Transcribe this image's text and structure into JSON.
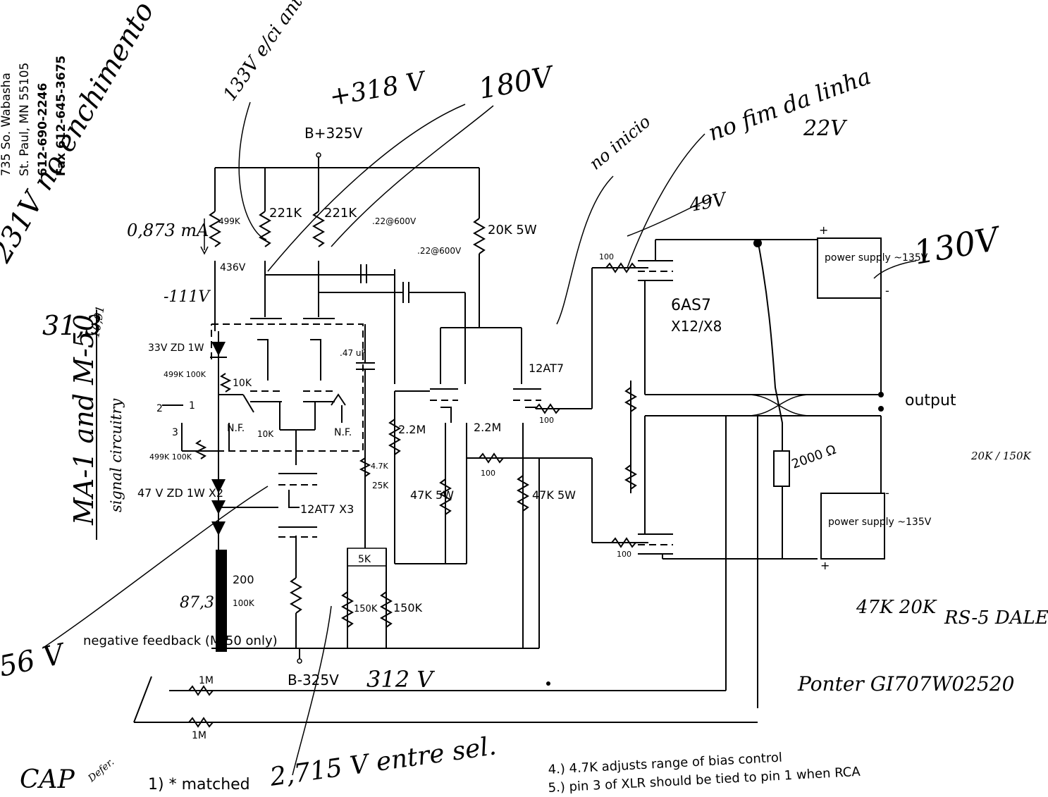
{
  "address": {
    "line1": "735 So. Wabasha",
    "line2": "St. Paul, MN 55105",
    "phone": "612-690-2246",
    "fax": "Fax 612-645-3675"
  },
  "title": {
    "main": "MA-1 and M-50",
    "sub": "signal circuitry"
  },
  "supply_labels": {
    "b_plus": "B+325V",
    "b_minus": "B-325V"
  },
  "component_labels": {
    "r499k_top": "499K",
    "r221k_a": "221K",
    "r221k_b": "221K",
    "r20k_5w": "20K 5W",
    "cap_22_a": ".22@600V",
    "cap_22_b": ".22@600V",
    "v436": "436V",
    "zener_33": "33V ZD 1W",
    "r499k_100k": "499K 100K",
    "r10k_a": "10K",
    "r10k_b": "10K",
    "nf_a": "N.F.",
    "nf_b": "N.F.",
    "sw2": "2",
    "sw1": "1",
    "sw3": "3",
    "r499k_100k_b": "499K 100K",
    "cap_47": ".47 uF",
    "r2_2m_a": "2.2M",
    "r2_2m_b": "2.2M",
    "r4_7k": "4.7K",
    "r25k": "25K",
    "r5k": "5K",
    "r47k_5w_a": "47K 5W",
    "r47k_5w_b": "47K 5W",
    "r150k_a": "150K",
    "r150k_b": "150K",
    "tube_12at7_a": "12AT7 X3",
    "tube_12at7_b": "12AT7",
    "zener_47": "47 V ZD 1W X2",
    "r100_a": "100",
    "r100_b": "100",
    "r100_c": "100",
    "r100_d": "100",
    "r1m_a": "1M",
    "r1m_b": "1M",
    "neg_fb": "negative feedback (M-50 only)",
    "tube_6as7": "6AS7",
    "tube_6as7_qty": "X12/X8",
    "ps_top": "power supply ~135V",
    "ps_bottom": "power supply ~135V",
    "plus_top": "+",
    "minus_top": "-",
    "minus_bottom": "-",
    "plus_bottom": "+",
    "output": "output",
    "r2000": "2000 Ω",
    "r200": "200",
    "r100k": "100K"
  },
  "handwritten": {
    "v231": "231V no enchimento",
    "v133": "133V e/ci ant",
    "v318": "+318 V",
    "v180": "180V",
    "ma": "0,873 mA",
    "v111": "-111V",
    "v31": "31,3",
    "v10": "10,91",
    "v130": "130V",
    "v49": "49V",
    "no_inicio": "no inicio",
    "fim_linha": "no fim da linha",
    "v22": "22V",
    "v87": "87,3",
    "v56": "56 V",
    "v312": "312 V",
    "v2715": "2,715 V entre sel.",
    "note_20k_150k": "20K / 150K",
    "note_47k_20k": "47K 20K",
    "rs5": "RS-5 DALE",
    "part": "Ponter GI707W02520",
    "cap_note": "CAP",
    "cap_small": "Defer."
  },
  "footnotes": {
    "n1": "1) * matched",
    "n4": "4.) 4.7K adjusts range of bias control",
    "n5": "5.) pin 3 of XLR should be tied to pin 1 when RCA"
  }
}
